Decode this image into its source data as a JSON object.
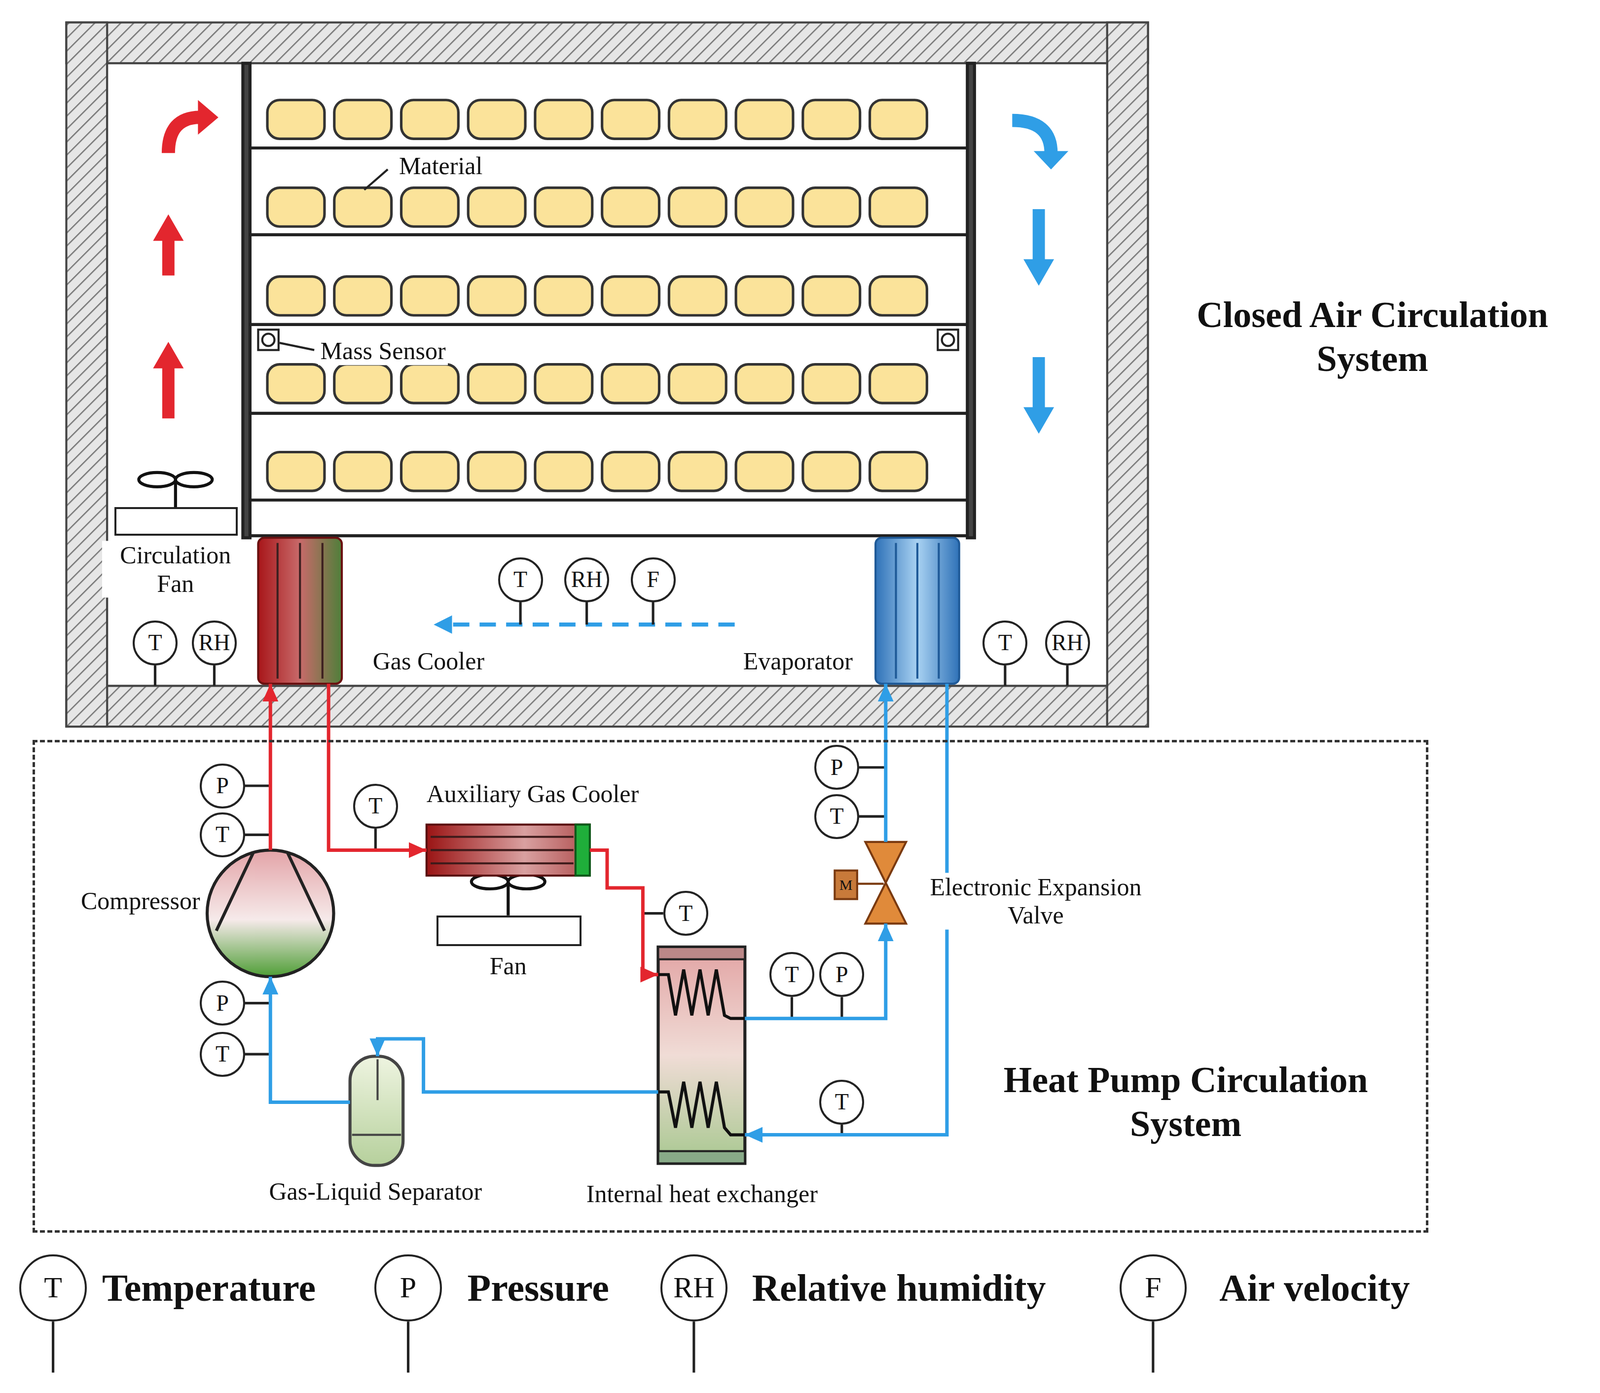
{
  "diagram": {
    "nodes": [
      {
        "text": [
          "Closed Air Circulation System"
        ]
      },
      {
        "text": [
          "Circulation Fan"
        ],
        "in": 0
      },
      {
        "text": [
          "Gas Cooler"
        ],
        "in": 0
      },
      {
        "text": [
          "Evaporator"
        ],
        "in": 0
      },
      {
        "text": [
          "T"
        ],
        "in": 0
      },
      {
        "text": [
          "RH"
        ],
        "in": 0
      },
      {
        "text": [
          "T"
        ],
        "in": 0
      },
      {
        "text": [
          "RH"
        ],
        "in": 0
      },
      {
        "text": [
          "F"
        ],
        "in": 0
      },
      {
        "text": [
          "T"
        ],
        "in": 0
      },
      {
        "text": [
          "RH"
        ],
        "in": 0
      },
      {
        "text": [
          "Heat Pump Circulation System"
        ]
      },
      {
        "text": [
          "Compressor"
        ],
        "in": 11
      },
      {
        "text": [
          "Auxiliary Gas Cooler"
        ],
        "in": 11
      },
      {
        "text": [
          "Fan"
        ],
        "in": 11
      },
      {
        "text": [
          "Electronic Expansion Valve"
        ],
        "in": 11
      },
      {
        "text": [
          "Internal heat exchanger"
        ],
        "in": 11
      },
      {
        "text": [
          "Gas-Liquid Separator"
        ],
        "in": 11
      },
      {
        "text": [
          "P"
        ],
        "in": 11
      },
      {
        "text": [
          "T"
        ],
        "in": 11
      },
      {
        "text": [
          "T"
        ],
        "in": 11
      },
      {
        "text": [
          "T"
        ],
        "in": 11
      },
      {
        "text": [
          "T"
        ],
        "in": 11
      },
      {
        "text": [
          "P"
        ],
        "in": 11
      },
      {
        "text": [
          "P"
        ],
        "in": 11
      },
      {
        "text": [
          "T"
        ],
        "in": 11
      },
      {
        "text": [
          "T"
        ],
        "in": 11
      },
      {
        "text": [
          "P"
        ],
        "in": 11
      },
      {
        "text": [
          "T"
        ],
        "in": 11
      }
    ],
    "edges": [
      {
        "from": 12,
        "to": 2,
        "arrow": "to"
      },
      {
        "from": 2,
        "to": 13,
        "arrow": "to"
      },
      {
        "from": 13,
        "to": 16,
        "arrow": "to"
      },
      {
        "from": 16,
        "to": 15,
        "arrow": "to"
      },
      {
        "from": 15,
        "to": 3,
        "arrow": "to"
      },
      {
        "from": 3,
        "to": 16,
        "arrow": "to"
      },
      {
        "from": 16,
        "to": 17,
        "arrow": "to"
      },
      {
        "from": 17,
        "to": 12,
        "arrow": "to"
      }
    ],
    "labels": [
      "Material",
      "Mass Sensor",
      "M",
      "T",
      "P",
      "RH",
      "F"
    ],
    "legend": [
      {
        "text": "Temperature"
      },
      {
        "text": "Pressure"
      },
      {
        "text": "Relative humidity"
      },
      {
        "text": "Air velocity"
      }
    ]
  }
}
